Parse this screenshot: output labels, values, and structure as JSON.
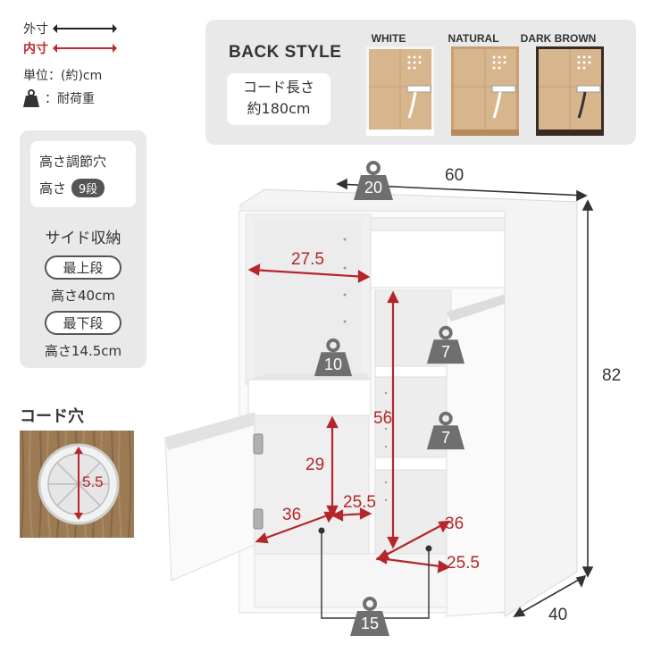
{
  "legend": {
    "outer_label": "外寸",
    "inner_label": "内寸",
    "unit_label": "単位：(約)cm",
    "load_label": "：耐荷重"
  },
  "adjust_panel": {
    "title": "高さ調節穴",
    "height_label": "高さ",
    "steps_badge": "9段",
    "side_storage_title": "サイド収納",
    "top_shelf_pill": "最上段",
    "top_shelf_height": "高さ40cm",
    "bottom_shelf_pill": "最下段",
    "bottom_shelf_height": "高さ14.5cm"
  },
  "cord_hole": {
    "title": "コード穴",
    "diameter": "5.5"
  },
  "back_style": {
    "title": "BACK STYLE",
    "cord_length_line1": "コード長さ",
    "cord_length_line2": "約180cm",
    "colors": [
      "WHITE",
      "NATURAL",
      "DARK BROWN"
    ]
  },
  "dimensions": {
    "width": "60",
    "height": "82",
    "depth": "40",
    "microwave_space_width": "27.5",
    "right_inner_height": "56",
    "lower_left_height": "29",
    "lower_left_width": "36",
    "lower_middle_width": "25.5",
    "lower_right_width": "36",
    "lower_right_depth": "25.5"
  },
  "loads": {
    "top": "20",
    "microwave_shelf": "10",
    "right_shelf_upper": "7",
    "right_shelf_lower": "7",
    "bottom": "15"
  },
  "colors": {
    "accent_red": "#b5262a",
    "weight_gray": "#6f6f6f",
    "panel_gray": "#e9e9e9"
  }
}
